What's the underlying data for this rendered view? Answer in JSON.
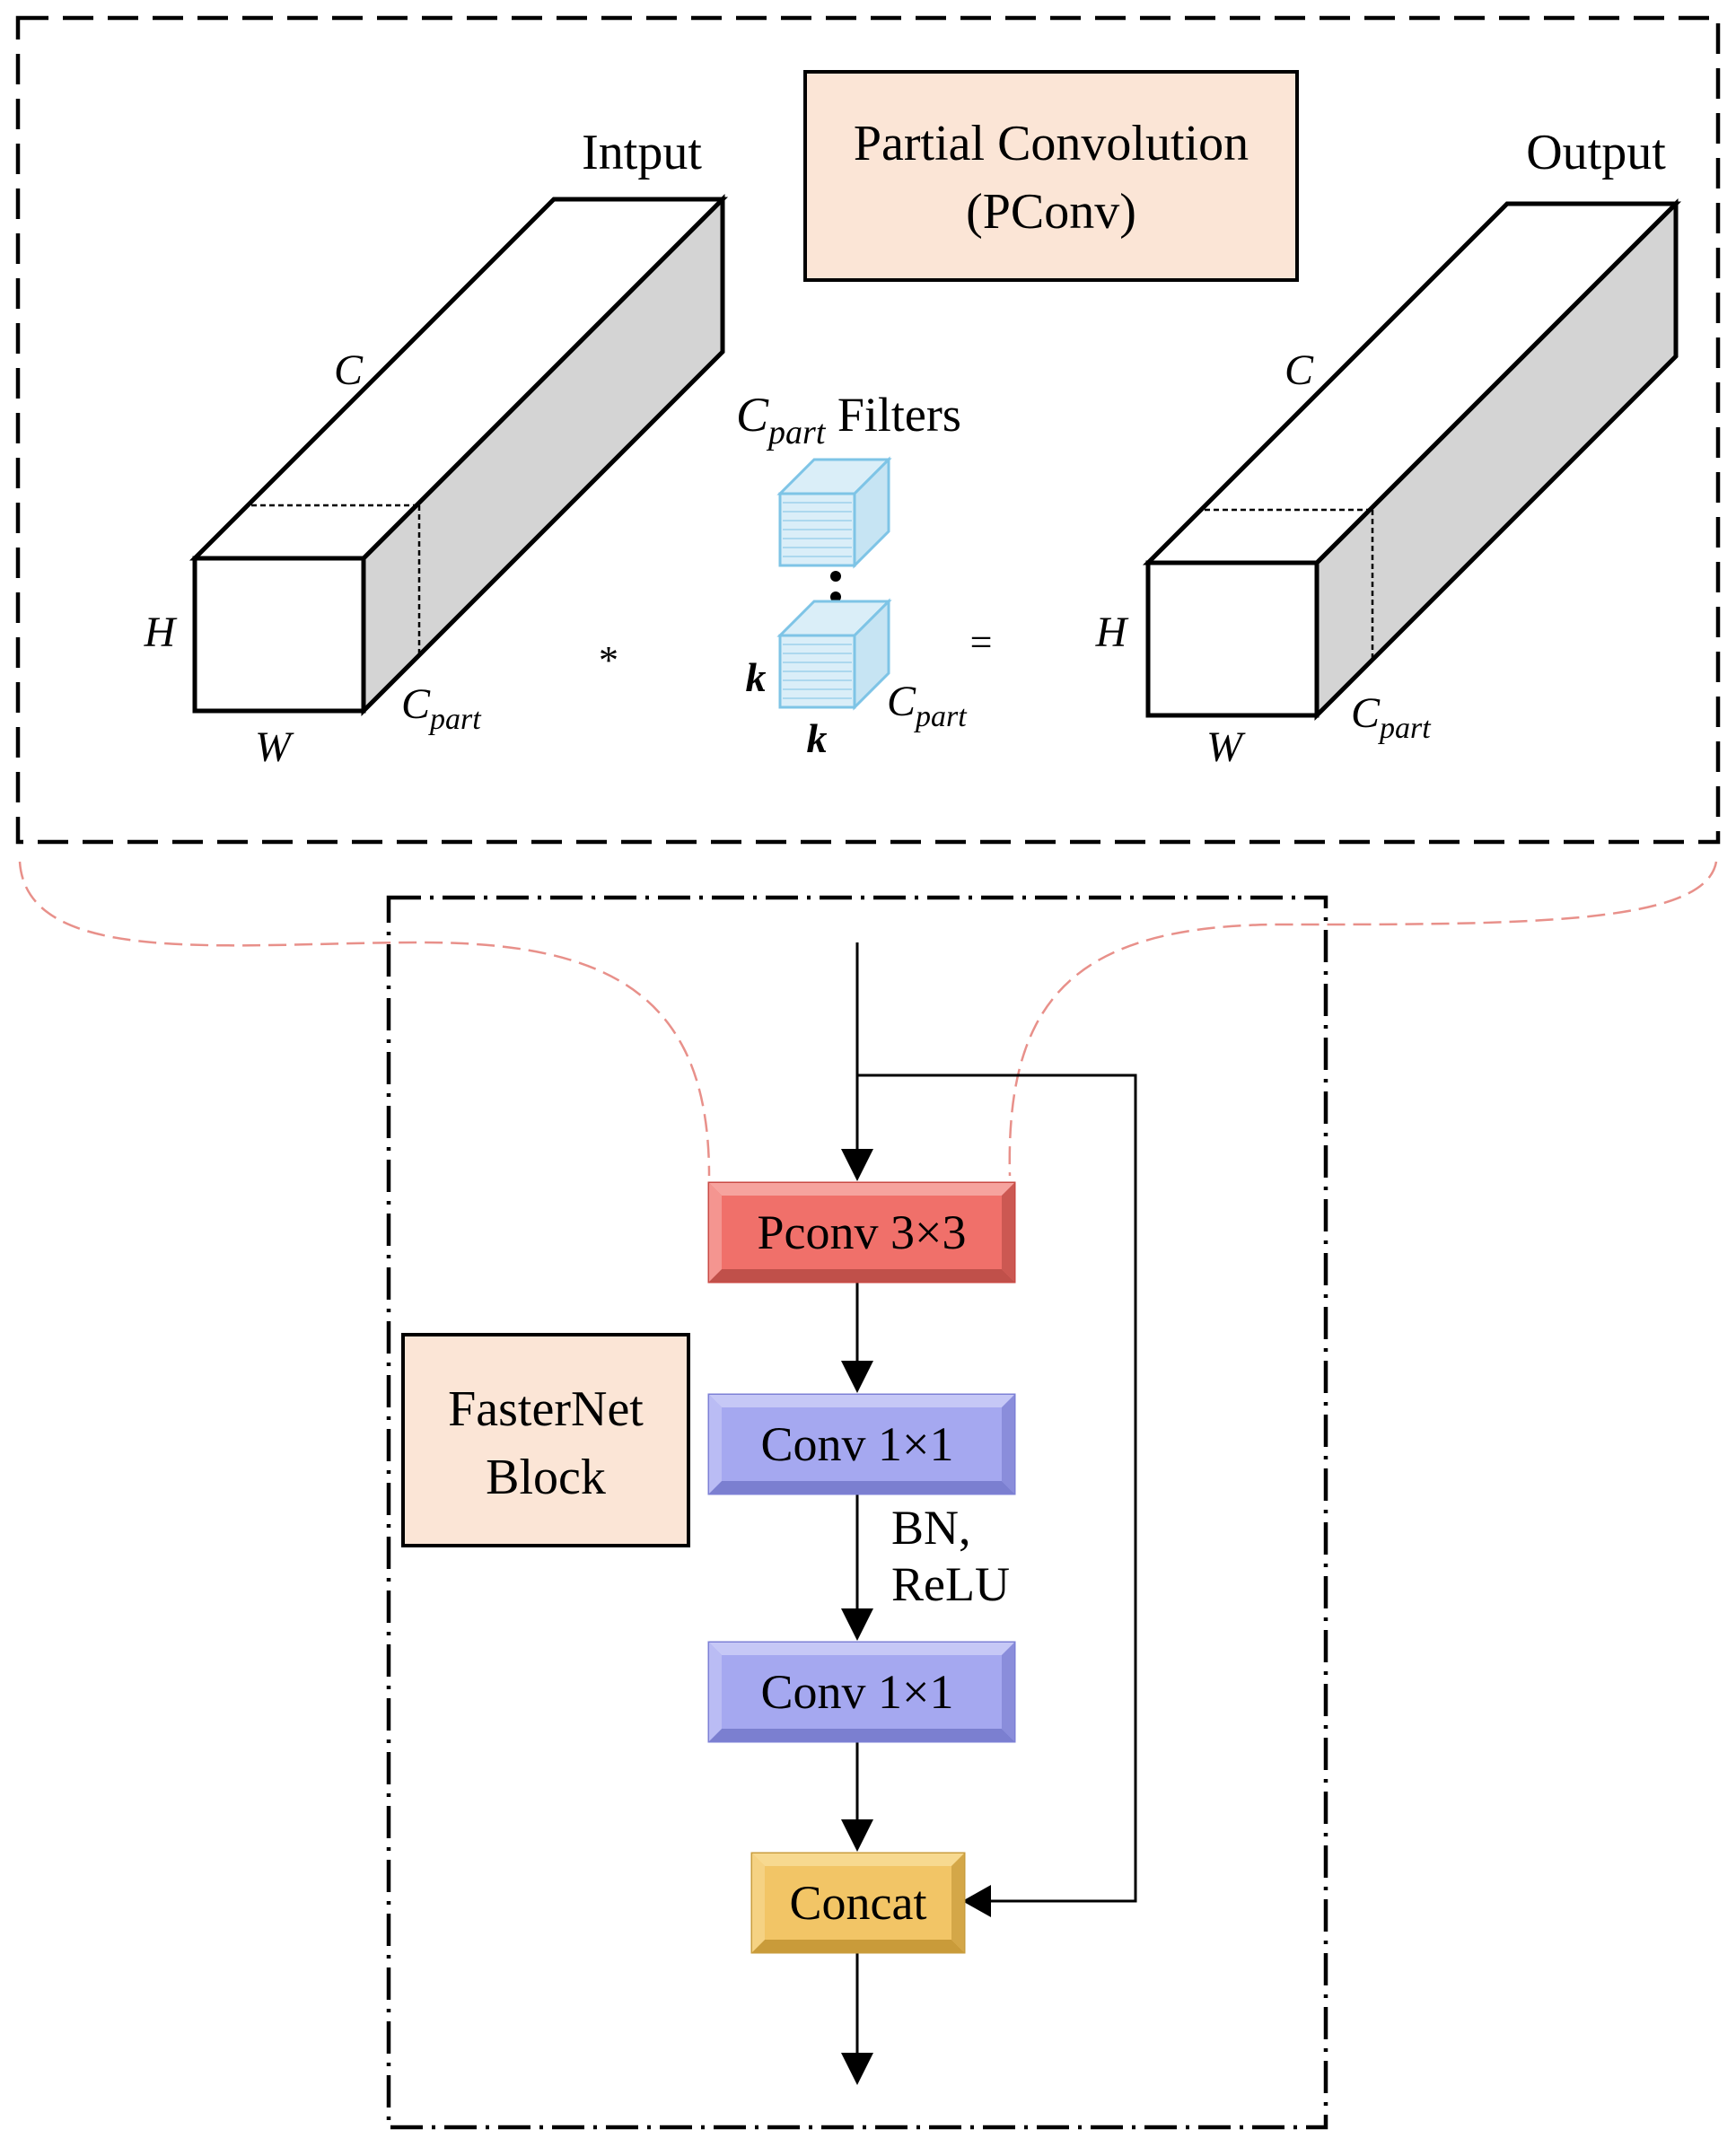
{
  "pconv_panel": {
    "title_line1": "Partial Convolution",
    "title_line2": "(PConv)"
  },
  "input_tensor": {
    "title": "Intput",
    "label_c": "C",
    "label_h": "H",
    "label_w": "W",
    "label_cpart_main": "C",
    "label_cpart_sub": "part"
  },
  "filters": {
    "title_main": "C",
    "title_sub": "part",
    "title_suffix": " Filters",
    "label_k_side": "k",
    "label_k_bottom": "k",
    "label_cpart_main": "C",
    "label_cpart_sub": "part"
  },
  "operators": {
    "convolve": "*",
    "equals": "="
  },
  "output_tensor": {
    "title": "Output",
    "label_c": "C",
    "label_h": "H",
    "label_w": "W",
    "label_cpart_main": "C",
    "label_cpart_sub": "part"
  },
  "fasternet_block": {
    "title_line1": "FasterNet",
    "title_line2": "Block",
    "pconv_label": "Pconv 3×3",
    "conv1_label": "Conv 1×1",
    "conv2_label": "Conv 1×1",
    "bn_relu_line1": "BN,",
    "bn_relu_line2": "ReLU",
    "concat_label": "Concat"
  },
  "colors": {
    "pconv_fill": "#f0706a",
    "conv_fill": "#a5a8f0",
    "concat_fill": "#f2c566",
    "panel_title_fill": "#fbe5d6",
    "tensor_side_fill": "#d4d4d4",
    "filter_fill": "#daeef8",
    "filter_stroke": "#7ec4e6",
    "link_curve": "#e8908a"
  }
}
